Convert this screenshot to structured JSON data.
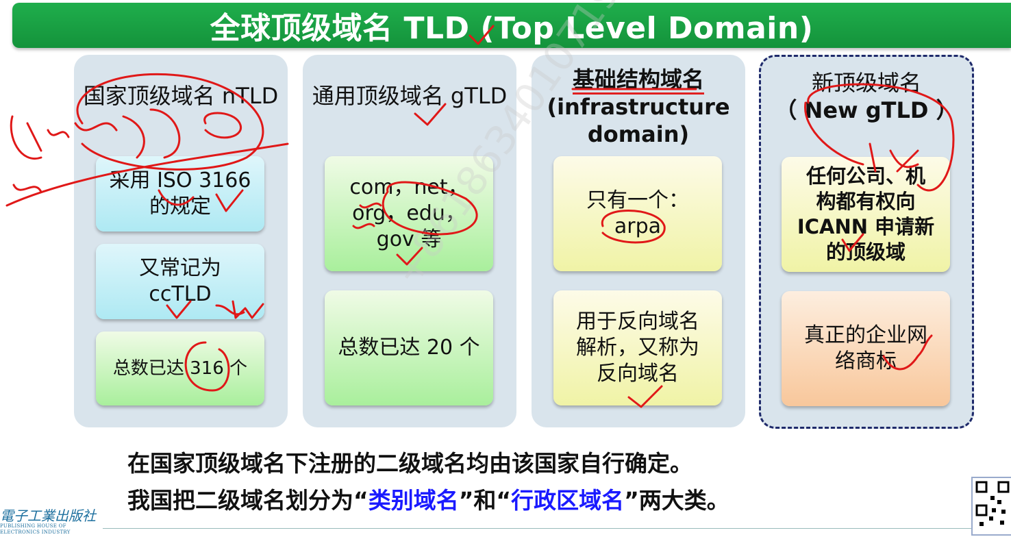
{
  "title": "全球顶级域名 TLD (Top Level Domain)",
  "columns": [
    {
      "heading": [
        "国家顶级域名 nTLD"
      ],
      "cards": [
        {
          "lines": [
            "采用 ISO 3166",
            "的规定"
          ]
        },
        {
          "lines": [
            "又常记为",
            "ccTLD"
          ]
        },
        {
          "lines": [
            "总数已达 316 个"
          ]
        }
      ]
    },
    {
      "heading": [
        "通用顶级域名 gTLD"
      ],
      "cards": [
        {
          "lines": [
            "com，net，",
            "org，edu，",
            "gov 等"
          ]
        },
        {
          "lines": [
            "总数已达 20 个"
          ]
        }
      ]
    },
    {
      "heading": [
        "基础结构域名",
        "(infrastructure",
        "domain)"
      ],
      "cards": [
        {
          "lines": [
            "只有一个：",
            "arpa"
          ]
        },
        {
          "lines": [
            "用于反向域名",
            "解析，又称为",
            "反向域名"
          ]
        }
      ]
    },
    {
      "heading": [
        "新顶级域名",
        "（ New gTLD ）"
      ],
      "cards": [
        {
          "lines": [
            "任何公司、机",
            "构都有权向",
            "ICANN 申请新",
            "的顶级域"
          ]
        },
        {
          "lines": [
            "真正的企业网",
            "络商标"
          ]
        }
      ]
    }
  ],
  "bottom": {
    "line1": "在国家顶级域名下注册的二级域名均由该国家自行确定。",
    "line2_pre": "我国把二级域名划分为“",
    "line2_hl1": "类别域名",
    "line2_mid": "”和“",
    "line2_hl2": "行政区域名",
    "line2_post": "”两大类。"
  },
  "watermark": "+8618634010719",
  "logo": {
    "name": "電子工業出版社",
    "subtitle": "PUBLISHING HOUSE OF ELECTRONICS INDUSTRY"
  },
  "colors": {
    "title_bg": "#14933b",
    "highlight": "#1a1aff",
    "ink": "#e02020"
  }
}
